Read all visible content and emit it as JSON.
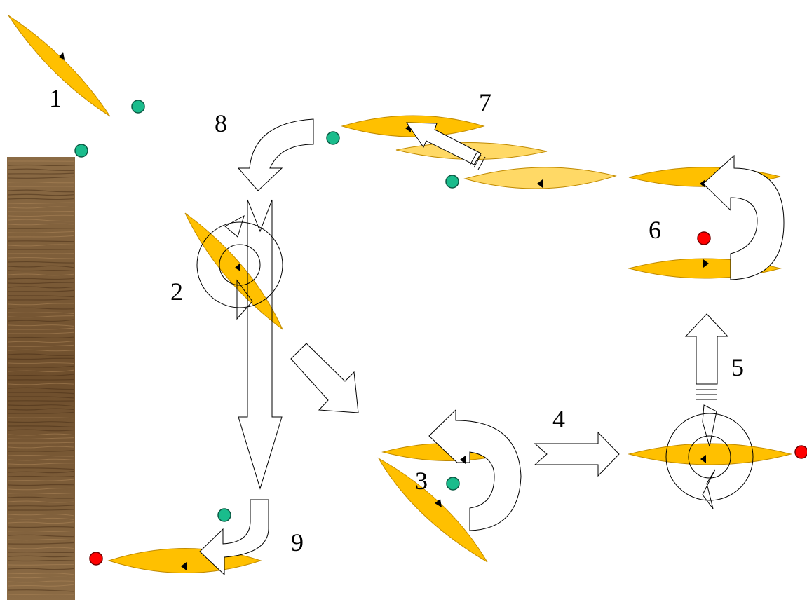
{
  "colors": {
    "blade": "#ffc000",
    "blade_light": "#ffd966",
    "blade_stroke": "#c08a00",
    "green_dot": "#1abc8c",
    "red_dot": "#ff0000",
    "arrow_fill": "#ffffff",
    "arrow_stroke": "#000000",
    "wood": "#7a5a35"
  },
  "step_labels": {
    "s1": "1",
    "s2": "2",
    "s3": "3",
    "s4": "4",
    "s5": "5",
    "s6": "6",
    "s7": "7",
    "s8": "8",
    "s9": "9"
  }
}
